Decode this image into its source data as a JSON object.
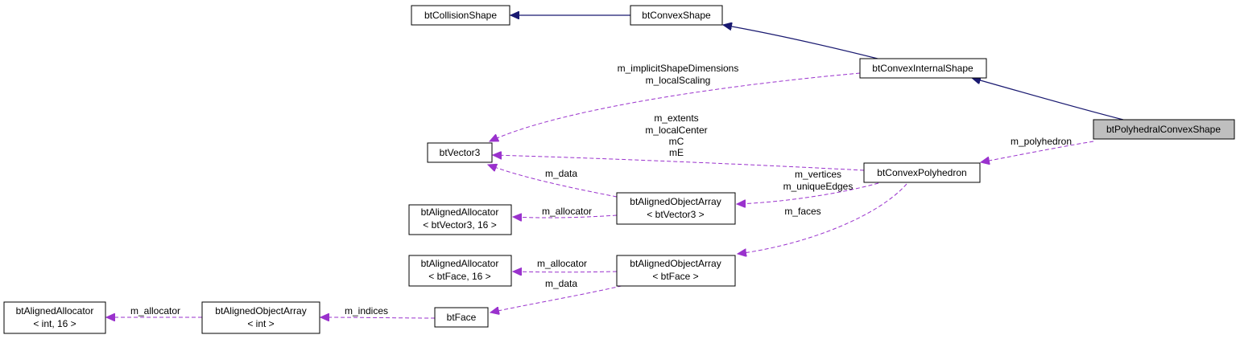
{
  "nodes": {
    "btCollisionShape": [
      "btCollisionShape"
    ],
    "btConvexShape": [
      "btConvexShape"
    ],
    "btConvexInternalShape": [
      "btConvexInternalShape"
    ],
    "btPolyhedralConvexShape": [
      "btPolyhedralConvexShape"
    ],
    "btVector3": [
      "btVector3"
    ],
    "btConvexPolyhedron": [
      "btConvexPolyhedron"
    ],
    "btAlignedAllocatorVec3": [
      "btAlignedAllocator",
      "< btVector3, 16 >"
    ],
    "btAlignedObjectArrayVec3": [
      "btAlignedObjectArray",
      "< btVector3 >"
    ],
    "btAlignedAllocatorFace": [
      "btAlignedAllocator",
      "< btFace, 16 >"
    ],
    "btAlignedObjectArrayFace": [
      "btAlignedObjectArray",
      "< btFace >"
    ],
    "btAlignedAllocatorInt": [
      "btAlignedAllocator",
      "< int, 16 >"
    ],
    "btAlignedObjectArrayInt": [
      "btAlignedObjectArray",
      "< int >"
    ],
    "btFace": [
      "btFace"
    ]
  },
  "edge_labels": {
    "convexInternal_to_vector3": [
      "m_implicitShapeDimensions",
      "m_localScaling"
    ],
    "polyhedron_to_vector3": [
      "m_extents",
      "m_localCenter",
      "mC",
      "mE"
    ],
    "polyhedralShape_to_polyhedron": [
      "m_polyhedron"
    ],
    "arrayVec3_to_vector3": [
      "m_data"
    ],
    "polyhedron_to_arrayVec3": [
      "m_vertices",
      "m_uniqueEdges"
    ],
    "arrayVec3_to_allocVec3": [
      "m_allocator"
    ],
    "polyhedron_to_arrayFace": [
      "m_faces"
    ],
    "arrayFace_to_allocFace": [
      "m_allocator"
    ],
    "arrayFace_to_face": [
      "m_data"
    ],
    "face_to_arrayInt": [
      "m_indices"
    ],
    "arrayInt_to_allocInt": [
      "m_allocator"
    ]
  },
  "colors": {
    "inheritance": "#191970",
    "member": "#9a32cd",
    "highlight_fill": "#bfbfbf"
  }
}
